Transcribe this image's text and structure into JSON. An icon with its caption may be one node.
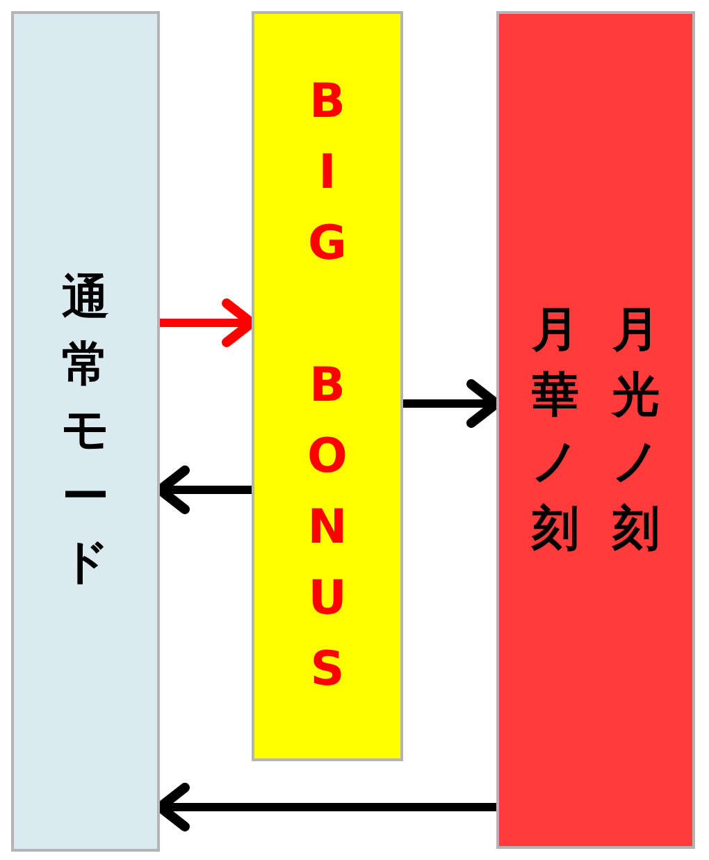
{
  "diagram": {
    "nodes": [
      {
        "text": [
          "通常モード"
        ]
      },
      {
        "text": [
          "BIG BONUS"
        ]
      },
      {
        "text": [
          "月華ノ刻",
          "月光ノ刻"
        ]
      }
    ],
    "edges": [
      {
        "from": 0,
        "to": 1,
        "arrow": "to",
        "color": "#ff0000"
      },
      {
        "from": 1,
        "to": 2,
        "arrow": "to"
      },
      {
        "from": 1,
        "to": 0,
        "arrow": "to"
      },
      {
        "from": 2,
        "to": 0,
        "arrow": "to"
      }
    ]
  }
}
